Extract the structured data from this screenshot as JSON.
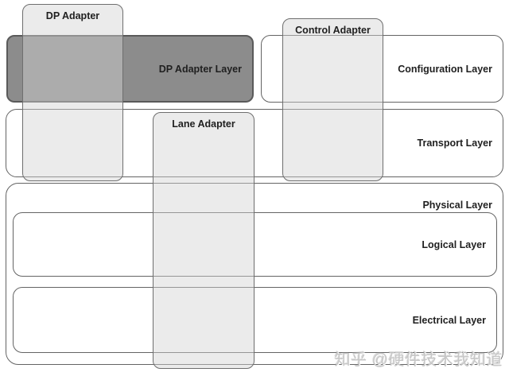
{
  "diagram": {
    "title": "Adapter / Layer architecture diagram",
    "layers": [
      {
        "id": "dp-adapter-layer",
        "label": "DP Adapter Layer"
      },
      {
        "id": "configuration-layer",
        "label": "Configuration Layer"
      },
      {
        "id": "transport-layer",
        "label": "Transport Layer"
      },
      {
        "id": "physical-layer",
        "label": "Physical Layer"
      },
      {
        "id": "logical-layer",
        "label": "Logical Layer"
      },
      {
        "id": "electrical-layer",
        "label": "Electrical Layer"
      }
    ],
    "adapters": [
      {
        "id": "dp-adapter",
        "label": "DP Adapter"
      },
      {
        "id": "control-adapter",
        "label": "Control Adapter"
      },
      {
        "id": "lane-adapter",
        "label": "Lane Adapter"
      }
    ],
    "colors": {
      "dp_adapter_layer_fill": "#8c8c8c",
      "dp_adapter_layer_border": "#5a5a5a",
      "adapter_band_fill": "rgba(210,210,210,0.45)",
      "box_border": "#646464",
      "background": "#ffffff",
      "text": "#1f1f1f",
      "watermark_text": "#c7c7c7"
    }
  },
  "watermark": {
    "text": "知乎 @硬件技术我知道"
  }
}
